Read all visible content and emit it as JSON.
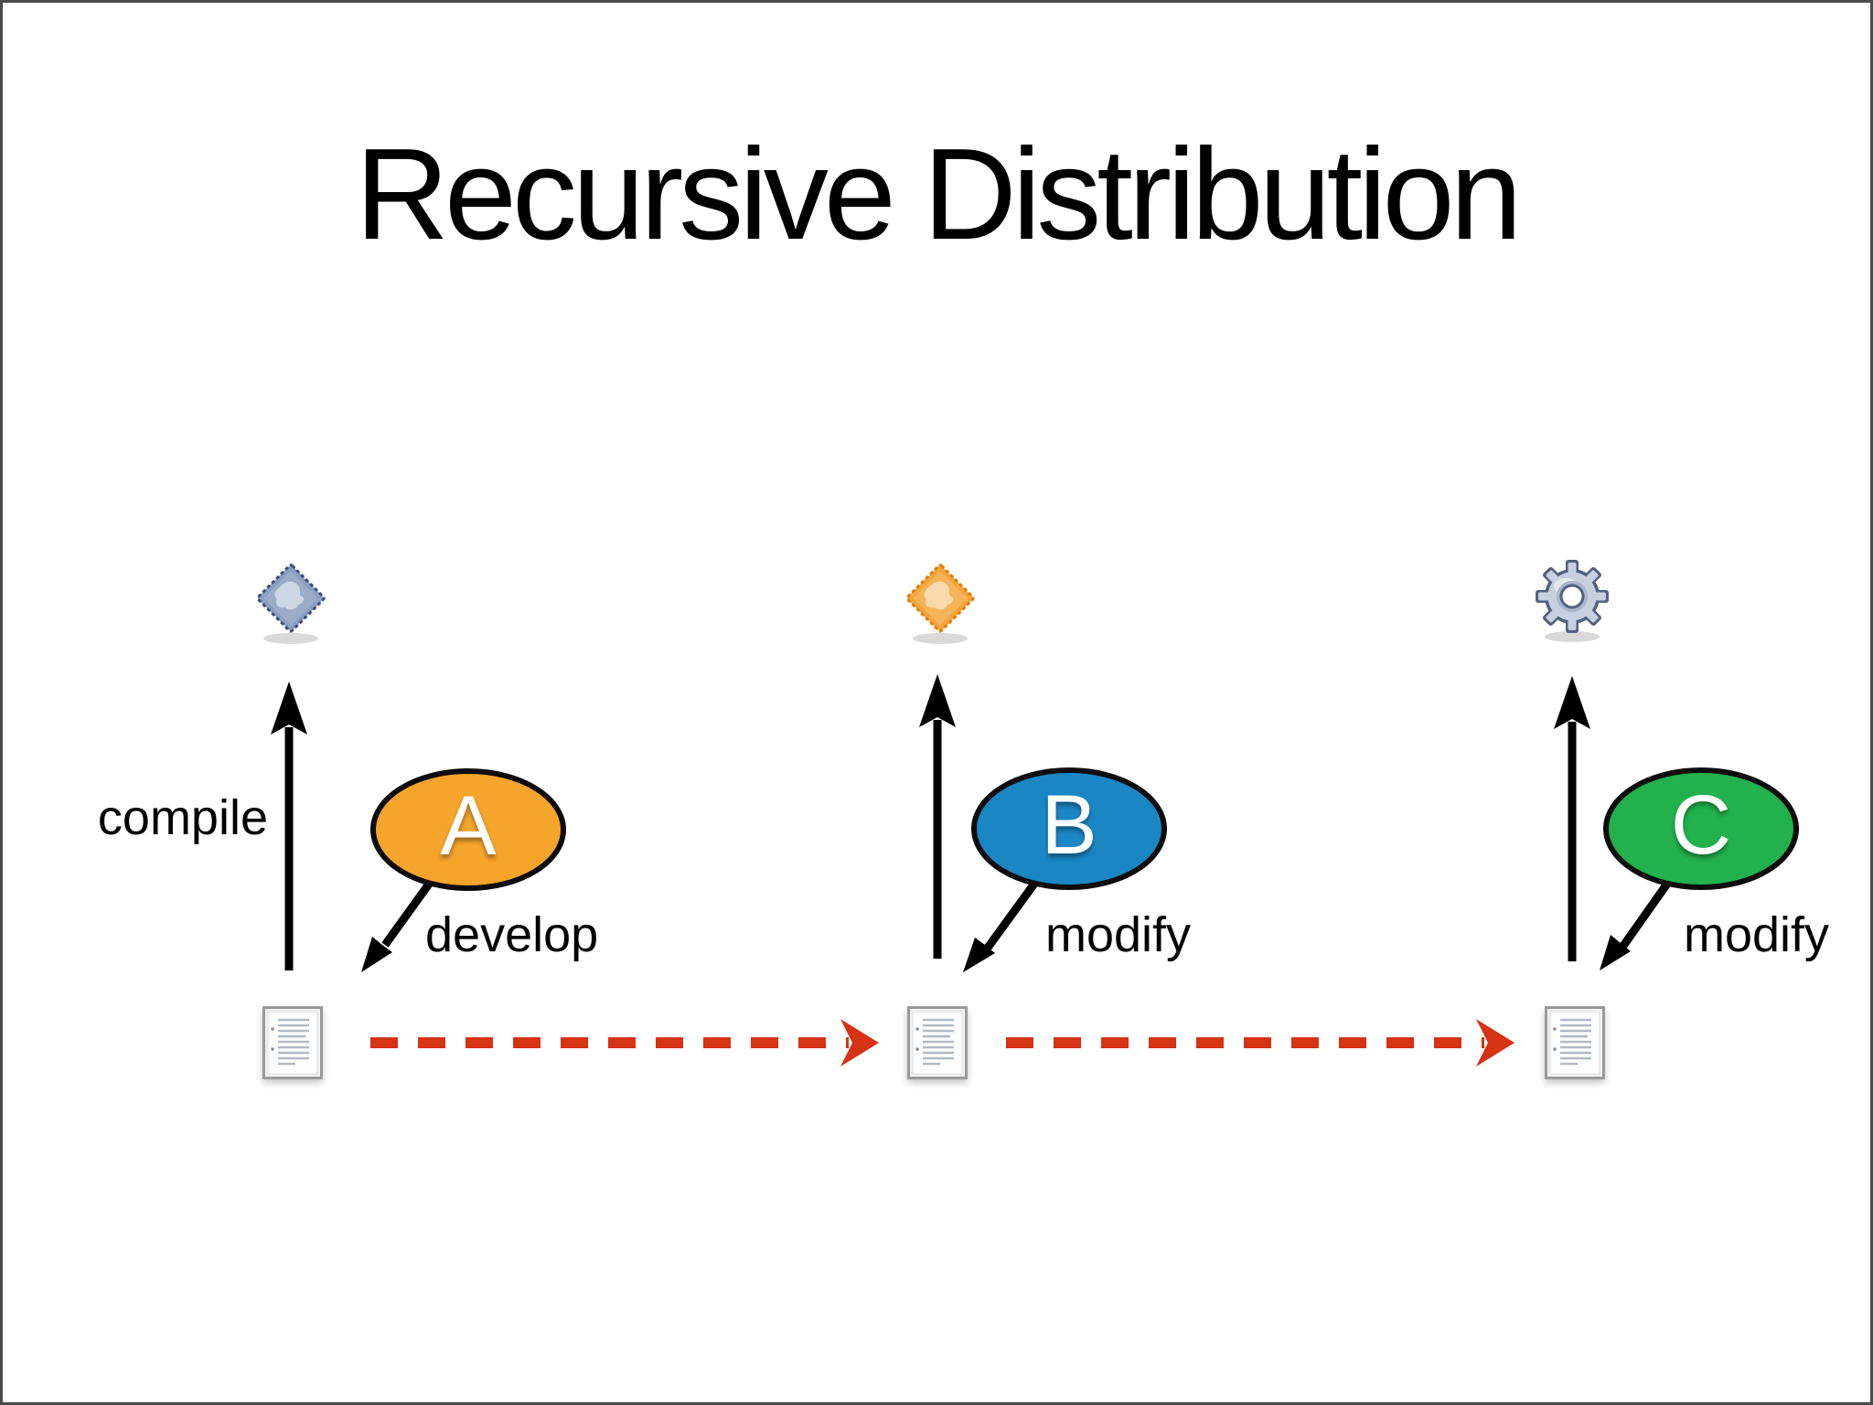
{
  "slide": {
    "title": "Recursive Distribution",
    "background_color": "#ffffff",
    "border_color": "#4b4b4b",
    "text_color": "#000000"
  },
  "icons": {
    "left_package": "stamp-diamond-blue-icon",
    "middle_package": "stamp-diamond-orange-icon",
    "right_package": "gear-icon",
    "source_document": "document-icon"
  },
  "diagram": {
    "flow_arrow_color": "#D63214",
    "process_arrow_color": "#000000",
    "columns": [
      {
        "actor_letter": "A",
        "actor_color": "#F5A42C",
        "compile_label": "compile",
        "action_label": "develop"
      },
      {
        "actor_letter": "B",
        "actor_color": "#1B86C4",
        "action_label": "modify"
      },
      {
        "actor_letter": "C",
        "actor_color": "#22B14C",
        "action_label": "modify"
      }
    ]
  }
}
